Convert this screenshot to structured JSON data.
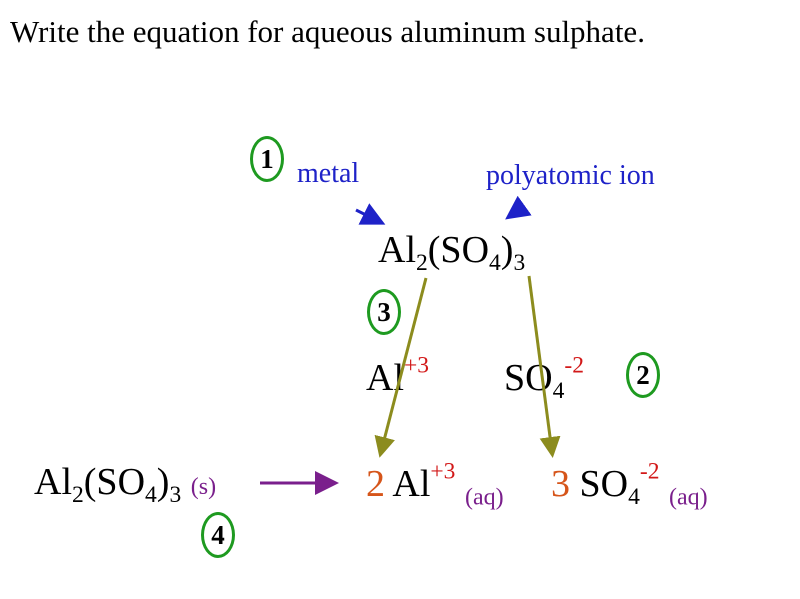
{
  "title": "Write the equation for aqueous aluminum sulphate.",
  "labels": {
    "metal": "metal",
    "polyatomic": "polyatomic ion"
  },
  "steps": {
    "one": "1",
    "two": "2",
    "three": "3",
    "four": "4"
  },
  "top_formula": {
    "al": "Al",
    "al_sub": "2",
    "paren_open": "(SO",
    "so_sub": "4",
    "paren_close": ")",
    "outer_sub": "3"
  },
  "ions": {
    "al": "Al",
    "al_charge": "+3",
    "so": "SO",
    "so_sub": "4",
    "so_charge": "-2"
  },
  "equation": {
    "reactant": {
      "al": "Al",
      "al_sub": "2",
      "paren_open": "(SO",
      "so_sub": "4",
      "paren_close": ")",
      "outer_sub": "3",
      "state": "(s)"
    },
    "product1": {
      "coef": "2",
      "al": "Al",
      "charge": "+3",
      "state": "(aq)"
    },
    "product2": {
      "coef": "3",
      "so": "SO",
      "so_sub": "4",
      "charge": "-2",
      "state": "(aq)"
    }
  },
  "colors": {
    "blue": "#1e22c8",
    "green": "#1e9a20",
    "olive": "#8c8c1e",
    "purple": "#7a1f8c",
    "red": "#d21818",
    "orange": "#d6551a"
  }
}
